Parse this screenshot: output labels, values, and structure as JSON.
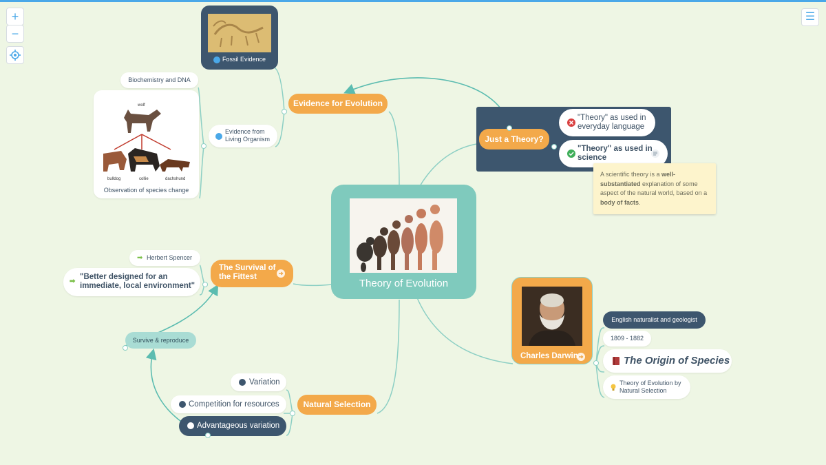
{
  "controls": {
    "zoom_in": "+",
    "zoom_out": "−",
    "menu": "☰"
  },
  "central": {
    "title": "Theory of Evolution"
  },
  "evidence": {
    "label": "Evidence for Evolution",
    "fossil": "Fossil Evidence",
    "biochem": "Biochemistry and DNA",
    "living_line1": "Evidence from",
    "living_line2": "Living Organism",
    "observation_caption": "Observation of species change",
    "dog_labels": {
      "wolf": "wolf",
      "bulldog": "bulldog",
      "collie": "collie",
      "dachshund": "dachshund"
    }
  },
  "theory": {
    "label": "Just a Theory?",
    "everyday_line1": "\"Theory\" as used in",
    "everyday_line2": "everyday language",
    "science_line1": "\"Theory\" as used in",
    "science_line2": "science",
    "note": {
      "t1": "A scientific theory is a ",
      "b1": "well-substantiated",
      "t2": " explanation of some aspect of the natural world, based on a ",
      "b2": "body of facts",
      "t3": "."
    }
  },
  "survival": {
    "label_line1": "The Survival of",
    "label_line2": "the Fittest",
    "spencer": "Herbert Spencer",
    "quote_line1": "\"Better designed for an",
    "quote_line2": "immediate, local environment\"",
    "survive": "Survive & reproduce"
  },
  "natural_selection": {
    "label": "Natural Selection",
    "variation": "Variation",
    "competition": "Competition for resources",
    "advantageous": "Advantageous variation"
  },
  "darwin": {
    "label": "Charles Darwin",
    "bio": "English naturalist and geologist",
    "years": "1809 - 1882",
    "book": "The Origin of Species",
    "theory_line1": "Theory of Evolution by",
    "theory_line2": "Natural Selection"
  },
  "colors": {
    "central_teal": "#7fcabd",
    "orange": "#f3a94a",
    "dark_blue": "#3d566e",
    "background": "#eef6e4",
    "line": "#8ccfc4",
    "note": "#fdf4cc",
    "accent_blue": "#4aa8e8"
  }
}
